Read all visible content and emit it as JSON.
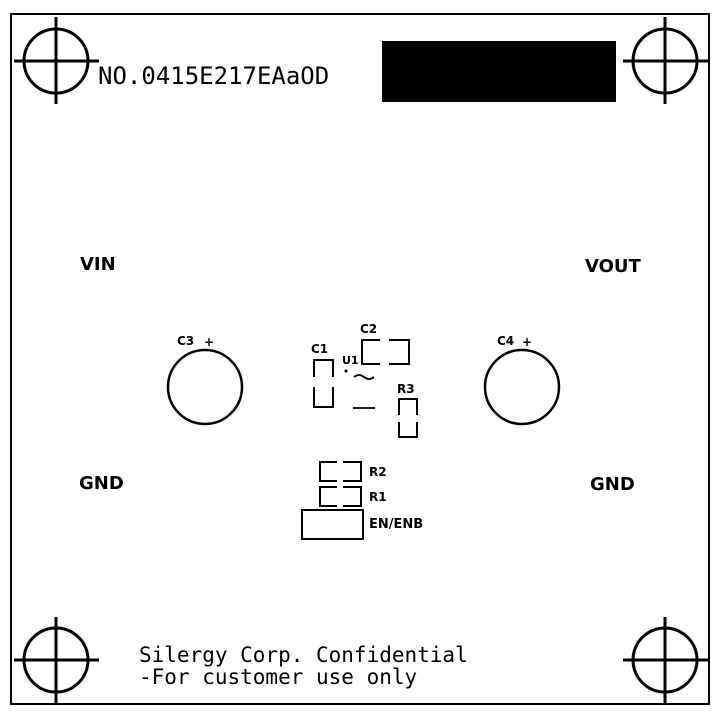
{
  "board": {
    "part_number": "NO.0415E217EAaOD",
    "colors": {
      "ink": "#000000",
      "paper": "#ffffff"
    }
  },
  "terminals": {
    "vin": "VIN",
    "vout": "VOUT",
    "gnd_left": "GND",
    "gnd_right": "GND"
  },
  "components": {
    "c1": "C1",
    "c2": "C2",
    "c3": "C3",
    "c4": "C4",
    "u1": "U1",
    "r1": "R1",
    "r2": "R2",
    "r3": "R3",
    "en": "EN/ENB",
    "plus": "+"
  },
  "footer": {
    "line1": "Silergy Corp. Confidential",
    "line2": "-For customer use only"
  }
}
